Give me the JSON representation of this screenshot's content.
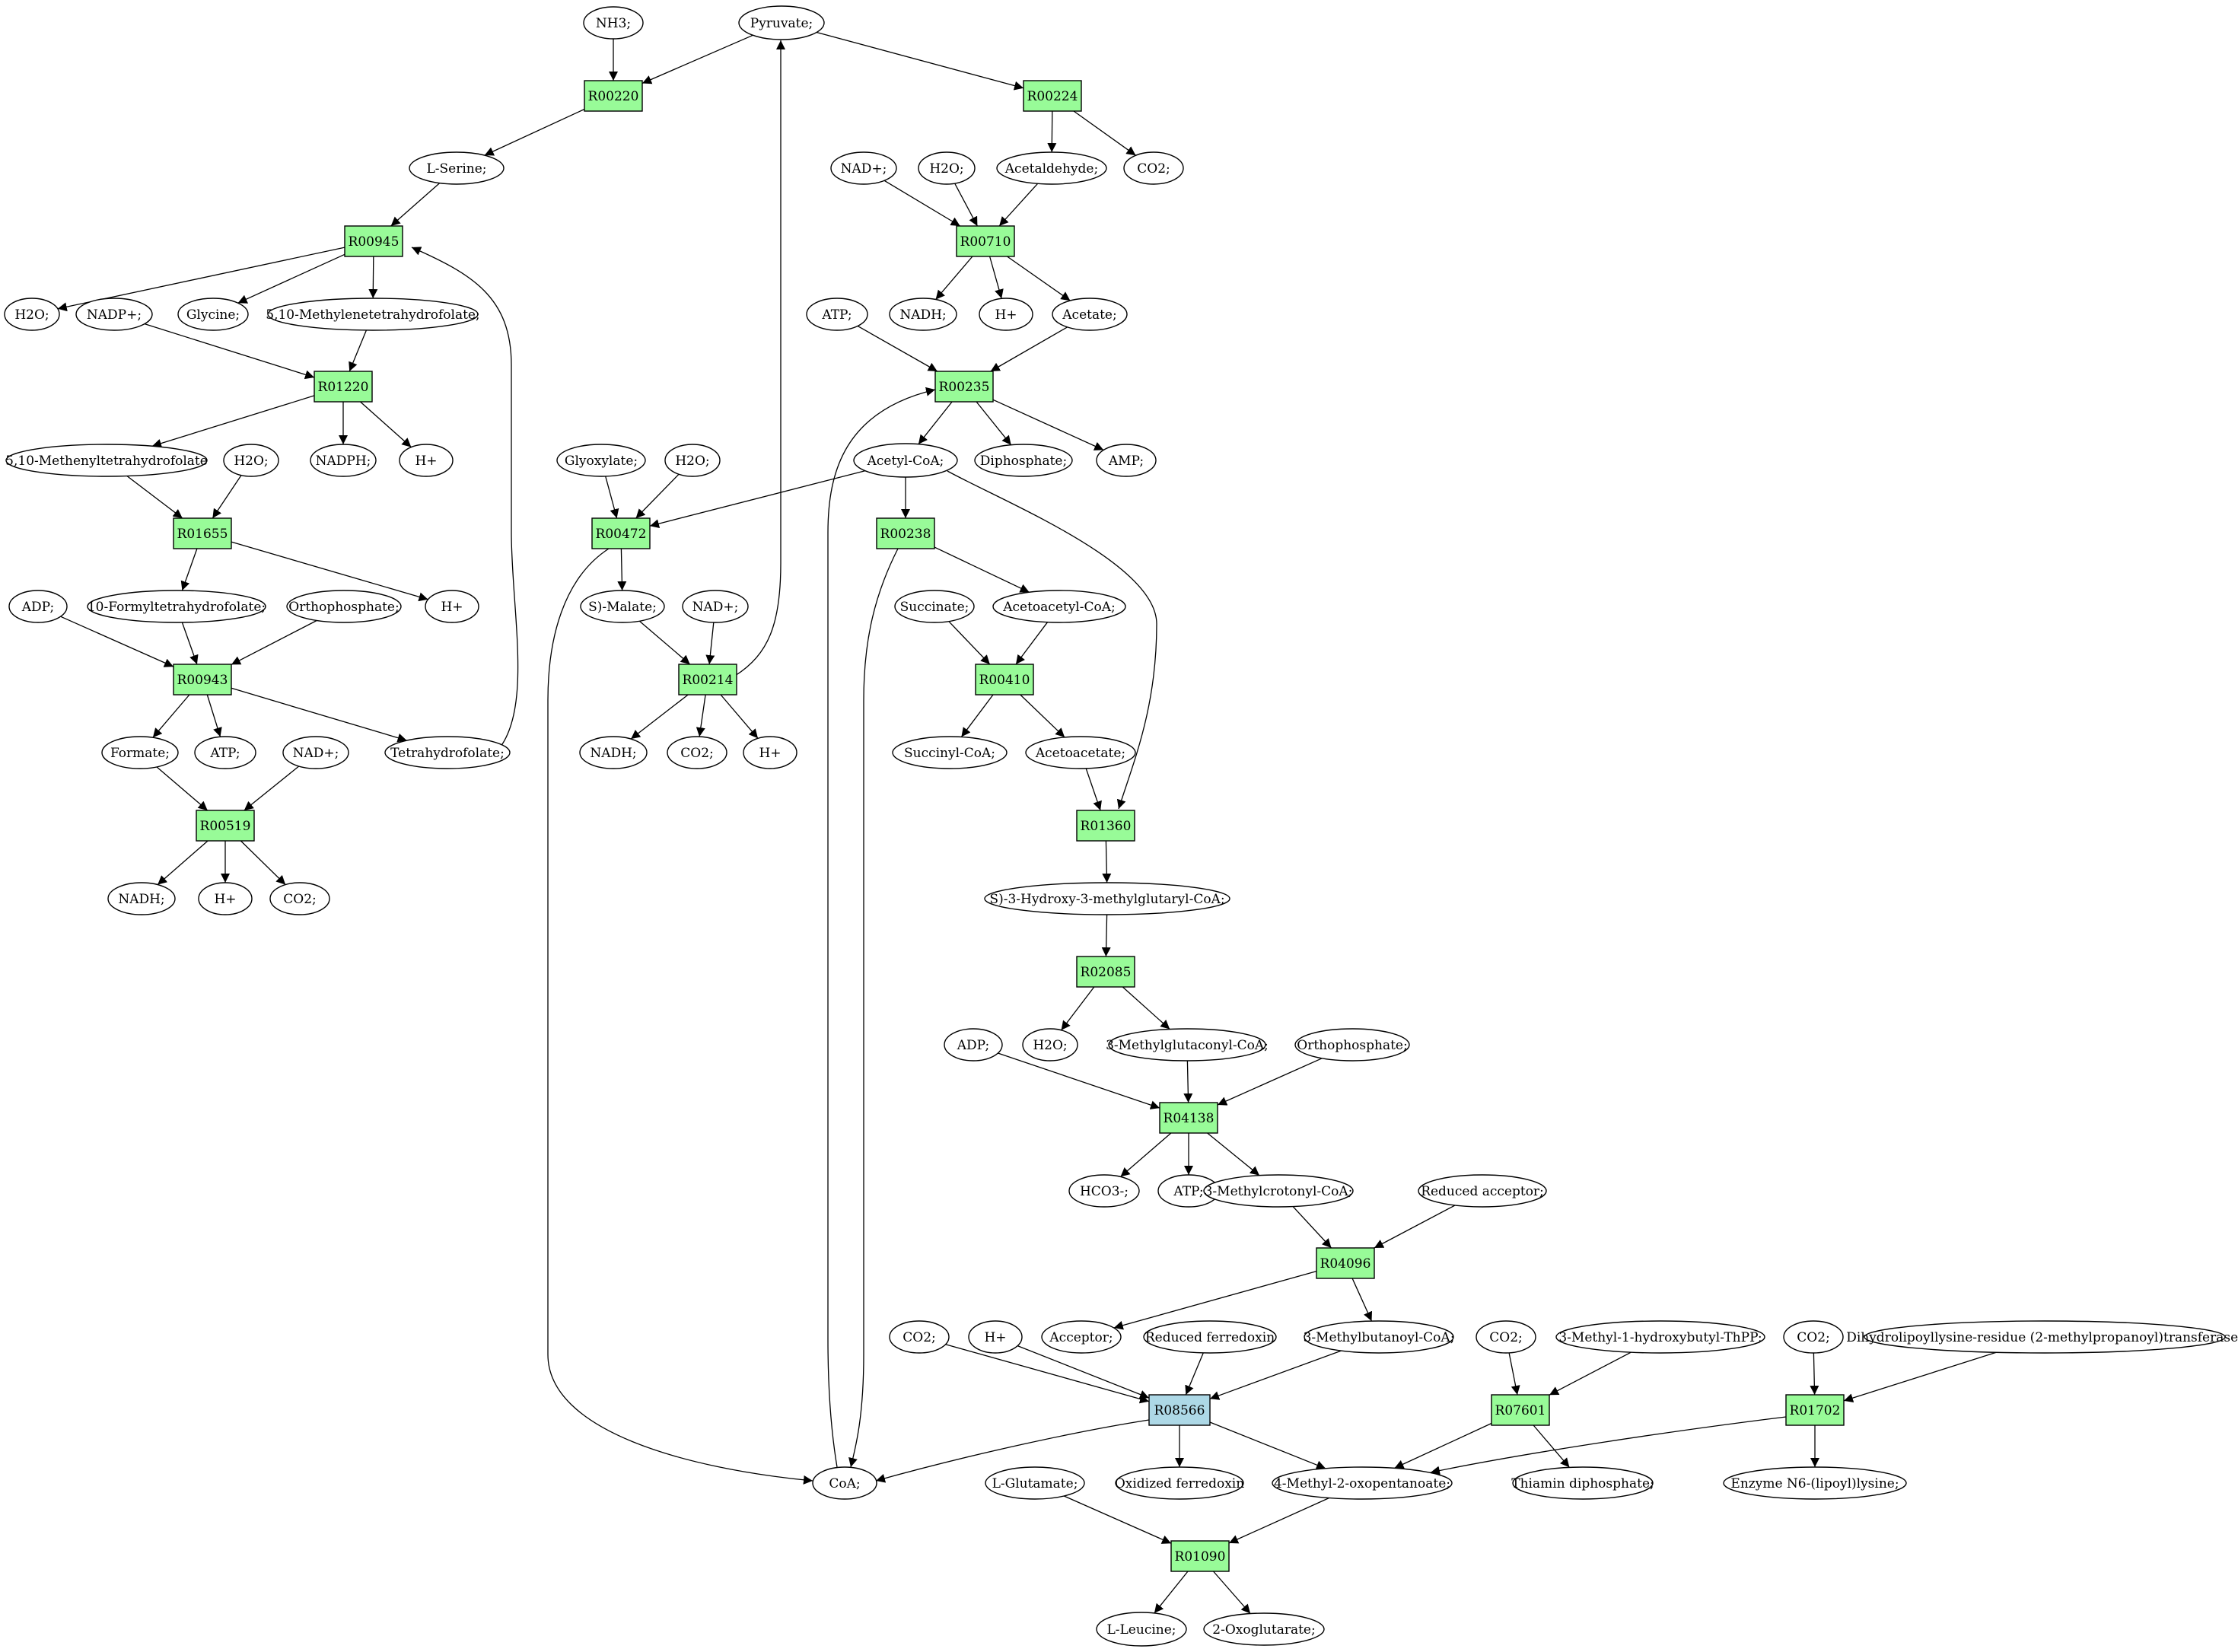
{
  "colors": {
    "reaction": "#98fb98",
    "reaction_highlight": "#add8e6",
    "source_compound": "#00ff00",
    "target_compound": "#ffff00",
    "compound": "#ffffff",
    "edge": "#000000"
  },
  "nodes": [
    {
      "id": "nh3",
      "label": "NH3;",
      "kind": "compound"
    },
    {
      "id": "pyruvate",
      "label": "Pyruvate;",
      "kind": "compound",
      "fill": "source_compound"
    },
    {
      "id": "R00220",
      "label": "R00220",
      "kind": "reaction"
    },
    {
      "id": "R00224",
      "label": "R00224",
      "kind": "reaction"
    },
    {
      "id": "lserine",
      "label": "L-Serine;",
      "kind": "compound"
    },
    {
      "id": "nad1",
      "label": "NAD+;",
      "kind": "compound"
    },
    {
      "id": "h2o_a",
      "label": "H2O;",
      "kind": "compound"
    },
    {
      "id": "acetaldehyde",
      "label": "Acetaldehyde;",
      "kind": "compound"
    },
    {
      "id": "co2_a",
      "label": "CO2;",
      "kind": "compound"
    },
    {
      "id": "R00945",
      "label": "R00945",
      "kind": "reaction"
    },
    {
      "id": "R00710",
      "label": "R00710",
      "kind": "reaction"
    },
    {
      "id": "h2o_b",
      "label": "H2O;",
      "kind": "compound"
    },
    {
      "id": "nadp",
      "label": "NADP+;",
      "kind": "compound"
    },
    {
      "id": "glycine",
      "label": "Glycine;",
      "kind": "compound"
    },
    {
      "id": "methylenethf",
      "label": "5,10-Methylenetetrahydrofolate;",
      "kind": "compound"
    },
    {
      "id": "atp_a",
      "label": "ATP;",
      "kind": "compound"
    },
    {
      "id": "nadh_a",
      "label": "NADH;",
      "kind": "compound"
    },
    {
      "id": "hplus_a",
      "label": "H+",
      "kind": "compound"
    },
    {
      "id": "acetate",
      "label": "Acetate;",
      "kind": "compound"
    },
    {
      "id": "R01220",
      "label": "R01220",
      "kind": "reaction"
    },
    {
      "id": "R00235",
      "label": "R00235",
      "kind": "reaction"
    },
    {
      "id": "methenylthf",
      "label": "5,10-Methenyltetrahydrofolate",
      "kind": "compound"
    },
    {
      "id": "h2o_c",
      "label": "H2O;",
      "kind": "compound"
    },
    {
      "id": "nadph",
      "label": "NADPH;",
      "kind": "compound"
    },
    {
      "id": "hplus_b",
      "label": "H+",
      "kind": "compound"
    },
    {
      "id": "glyoxylate",
      "label": "Glyoxylate;",
      "kind": "compound"
    },
    {
      "id": "h2o_d",
      "label": "H2O;",
      "kind": "compound"
    },
    {
      "id": "acetylcoa",
      "label": "Acetyl-CoA;",
      "kind": "compound",
      "fill": "source_compound"
    },
    {
      "id": "diphosphate",
      "label": "Diphosphate;",
      "kind": "compound"
    },
    {
      "id": "amp",
      "label": "AMP;",
      "kind": "compound"
    },
    {
      "id": "R01655",
      "label": "R01655",
      "kind": "reaction"
    },
    {
      "id": "R00472",
      "label": "R00472",
      "kind": "reaction"
    },
    {
      "id": "R00238",
      "label": "R00238",
      "kind": "reaction"
    },
    {
      "id": "adp_a",
      "label": "ADP;",
      "kind": "compound"
    },
    {
      "id": "formylthf",
      "label": "10-Formyltetrahydrofolate;",
      "kind": "compound"
    },
    {
      "id": "orthophosphate_a",
      "label": "Orthophosphate;",
      "kind": "compound"
    },
    {
      "id": "hplus_c",
      "label": "H+",
      "kind": "compound"
    },
    {
      "id": "smalate",
      "label": "S)-Malate;",
      "kind": "compound"
    },
    {
      "id": "nad2",
      "label": "NAD+;",
      "kind": "compound"
    },
    {
      "id": "succinate",
      "label": "Succinate;",
      "kind": "compound"
    },
    {
      "id": "acetoacetylcoa",
      "label": "Acetoacetyl-CoA;",
      "kind": "compound"
    },
    {
      "id": "R00943",
      "label": "R00943",
      "kind": "reaction"
    },
    {
      "id": "R00214",
      "label": "R00214",
      "kind": "reaction"
    },
    {
      "id": "R00410",
      "label": "R00410",
      "kind": "reaction"
    },
    {
      "id": "formate",
      "label": "Formate;",
      "kind": "compound"
    },
    {
      "id": "atp_b",
      "label": "ATP;",
      "kind": "compound"
    },
    {
      "id": "nad3",
      "label": "NAD+;",
      "kind": "compound"
    },
    {
      "id": "thf",
      "label": "Tetrahydrofolate;",
      "kind": "compound"
    },
    {
      "id": "nadh_b",
      "label": "NADH;",
      "kind": "compound"
    },
    {
      "id": "co2_b",
      "label": "CO2;",
      "kind": "compound"
    },
    {
      "id": "hplus_d",
      "label": "H+",
      "kind": "compound"
    },
    {
      "id": "succinylcoa",
      "label": "Succinyl-CoA;",
      "kind": "compound"
    },
    {
      "id": "acetoacetate",
      "label": "Acetoacetate;",
      "kind": "compound"
    },
    {
      "id": "R00519",
      "label": "R00519",
      "kind": "reaction"
    },
    {
      "id": "R01360",
      "label": "R01360",
      "kind": "reaction"
    },
    {
      "id": "nadh_c",
      "label": "NADH;",
      "kind": "compound"
    },
    {
      "id": "hplus_e",
      "label": "H+",
      "kind": "compound"
    },
    {
      "id": "co2_c",
      "label": "CO2;",
      "kind": "compound"
    },
    {
      "id": "hmgcoa",
      "label": "S)-3-Hydroxy-3-methylglutaryl-CoA;",
      "kind": "compound"
    },
    {
      "id": "R02085",
      "label": "R02085",
      "kind": "reaction"
    },
    {
      "id": "adp_b",
      "label": "ADP;",
      "kind": "compound"
    },
    {
      "id": "h2o_e",
      "label": "H2O;",
      "kind": "compound"
    },
    {
      "id": "methylglutaconylcoa",
      "label": "3-Methylglutaconyl-CoA;",
      "kind": "compound"
    },
    {
      "id": "orthophosphate_b",
      "label": "Orthophosphate;",
      "kind": "compound"
    },
    {
      "id": "R04138",
      "label": "R04138",
      "kind": "reaction"
    },
    {
      "id": "hco3",
      "label": "HCO3-;",
      "kind": "compound"
    },
    {
      "id": "atp_c",
      "label": "ATP;",
      "kind": "compound"
    },
    {
      "id": "methylcrotonylcoa",
      "label": "3-Methylcrotonyl-CoA;",
      "kind": "compound"
    },
    {
      "id": "reducedacceptor",
      "label": "Reduced acceptor;",
      "kind": "compound"
    },
    {
      "id": "R04096",
      "label": "R04096",
      "kind": "reaction"
    },
    {
      "id": "co2_d",
      "label": "CO2;",
      "kind": "compound"
    },
    {
      "id": "hplus_f",
      "label": "H+",
      "kind": "compound"
    },
    {
      "id": "acceptor",
      "label": "Acceptor;",
      "kind": "compound"
    },
    {
      "id": "redferredoxin",
      "label": "Reduced ferredoxin",
      "kind": "compound"
    },
    {
      "id": "methylbutanoylcoa",
      "label": "3-Methylbutanoyl-CoA;",
      "kind": "compound"
    },
    {
      "id": "co2_e",
      "label": "CO2;",
      "kind": "compound"
    },
    {
      "id": "mhbthpp",
      "label": "3-Methyl-1-hydroxybutyl-ThPP;",
      "kind": "compound"
    },
    {
      "id": "co2_f",
      "label": "CO2;",
      "kind": "compound"
    },
    {
      "id": "dihydrolipoyl",
      "label": "Dihydrolipoyllysine-residue (2-methylpropanoyl)transferase]",
      "kind": "compound"
    },
    {
      "id": "R08566",
      "label": "R08566",
      "kind": "reaction",
      "fill": "reaction_highlight"
    },
    {
      "id": "R07601",
      "label": "R07601",
      "kind": "reaction"
    },
    {
      "id": "R01702",
      "label": "R01702",
      "kind": "reaction"
    },
    {
      "id": "coa",
      "label": "CoA;",
      "kind": "compound"
    },
    {
      "id": "oxferredoxin",
      "label": "Oxidized ferredoxin",
      "kind": "compound"
    },
    {
      "id": "methyloxopentanoate",
      "label": "4-Methyl-2-oxopentanoate;",
      "kind": "compound"
    },
    {
      "id": "thiamindp",
      "label": "Thiamin diphosphate;",
      "kind": "compound"
    },
    {
      "id": "enzymen6",
      "label": "Enzyme N6-(lipoyl)lysine;",
      "kind": "compound"
    },
    {
      "id": "lglutamate",
      "label": "L-Glutamate;",
      "kind": "compound"
    },
    {
      "id": "R01090",
      "label": "R01090",
      "kind": "reaction"
    },
    {
      "id": "lleucine",
      "label": "L-Leucine;",
      "kind": "compound",
      "fill": "target_compound"
    },
    {
      "id": "oxoglutarate",
      "label": "2-Oxoglutarate;",
      "kind": "compound"
    }
  ],
  "edges": [
    [
      "nh3",
      "R00220"
    ],
    [
      "pyruvate",
      "R00220"
    ],
    [
      "pyruvate",
      "R00224"
    ],
    [
      "R00220",
      "lserine"
    ],
    [
      "R00224",
      "acetaldehyde"
    ],
    [
      "R00224",
      "co2_a"
    ],
    [
      "lserine",
      "R00945"
    ],
    [
      "nad1",
      "R00710"
    ],
    [
      "h2o_a",
      "R00710"
    ],
    [
      "acetaldehyde",
      "R00710"
    ],
    [
      "R00945",
      "h2o_b"
    ],
    [
      "R00945",
      "glycine"
    ],
    [
      "R00945",
      "methylenethf"
    ],
    [
      "R00710",
      "nadh_a"
    ],
    [
      "R00710",
      "hplus_a"
    ],
    [
      "R00710",
      "acetate"
    ],
    [
      "nadp",
      "R01220"
    ],
    [
      "methylenethf",
      "R01220"
    ],
    [
      "atp_a",
      "R00235"
    ],
    [
      "acetate",
      "R00235"
    ],
    [
      "R01220",
      "methenylthf"
    ],
    [
      "R01220",
      "nadph"
    ],
    [
      "R01220",
      "hplus_b"
    ],
    [
      "R00235",
      "acetylcoa"
    ],
    [
      "R00235",
      "diphosphate"
    ],
    [
      "R00235",
      "amp"
    ],
    [
      "methenylthf",
      "R01655"
    ],
    [
      "h2o_c",
      "R01655"
    ],
    [
      "glyoxylate",
      "R00472"
    ],
    [
      "h2o_d",
      "R00472"
    ],
    [
      "acetylcoa",
      "R00472"
    ],
    [
      "acetylcoa",
      "R00238"
    ],
    [
      "acetylcoa",
      "R01360"
    ],
    [
      "R01655",
      "formylthf"
    ],
    [
      "R01655",
      "hplus_c"
    ],
    [
      "R00472",
      "smalate"
    ],
    [
      "R00472",
      "coa"
    ],
    [
      "R00238",
      "acetoacetylcoa"
    ],
    [
      "R00238",
      "coa"
    ],
    [
      "adp_a",
      "R00943"
    ],
    [
      "formylthf",
      "R00943"
    ],
    [
      "orthophosphate_a",
      "R00943"
    ],
    [
      "smalate",
      "R00214"
    ],
    [
      "nad2",
      "R00214"
    ],
    [
      "R00214",
      "pyruvate"
    ],
    [
      "succinate",
      "R00410"
    ],
    [
      "acetoacetylcoa",
      "R00410"
    ],
    [
      "R00943",
      "formate"
    ],
    [
      "R00943",
      "atp_b"
    ],
    [
      "R00943",
      "thf"
    ],
    [
      "thf",
      "R00945"
    ],
    [
      "R00214",
      "nadh_b"
    ],
    [
      "R00214",
      "co2_b"
    ],
    [
      "R00214",
      "hplus_d"
    ],
    [
      "R00410",
      "succinylcoa"
    ],
    [
      "R00410",
      "acetoacetate"
    ],
    [
      "formate",
      "R00519"
    ],
    [
      "nad3",
      "R00519"
    ],
    [
      "acetoacetate",
      "R01360"
    ],
    [
      "R00519",
      "nadh_c"
    ],
    [
      "R00519",
      "hplus_e"
    ],
    [
      "R00519",
      "co2_c"
    ],
    [
      "R01360",
      "hmgcoa"
    ],
    [
      "hmgcoa",
      "R02085"
    ],
    [
      "R02085",
      "h2o_e"
    ],
    [
      "R02085",
      "methylglutaconylcoa"
    ],
    [
      "adp_b",
      "R04138"
    ],
    [
      "methylglutaconylcoa",
      "R04138"
    ],
    [
      "orthophosphate_b",
      "R04138"
    ],
    [
      "R04138",
      "hco3"
    ],
    [
      "R04138",
      "atp_c"
    ],
    [
      "R04138",
      "methylcrotonylcoa"
    ],
    [
      "methylcrotonylcoa",
      "R04096"
    ],
    [
      "reducedacceptor",
      "R04096"
    ],
    [
      "R04096",
      "acceptor"
    ],
    [
      "R04096",
      "methylbutanoylcoa"
    ],
    [
      "co2_d",
      "R08566"
    ],
    [
      "hplus_f",
      "R08566"
    ],
    [
      "redferredoxin",
      "R08566"
    ],
    [
      "methylbutanoylcoa",
      "R08566"
    ],
    [
      "co2_e",
      "R07601"
    ],
    [
      "mhbthpp",
      "R07601"
    ],
    [
      "co2_f",
      "R01702"
    ],
    [
      "dihydrolipoyl",
      "R01702"
    ],
    [
      "R08566",
      "coa"
    ],
    [
      "R08566",
      "oxferredoxin"
    ],
    [
      "R08566",
      "methyloxopentanoate"
    ],
    [
      "R07601",
      "methyloxopentanoate"
    ],
    [
      "R07601",
      "thiamindp"
    ],
    [
      "R01702",
      "methyloxopentanoate"
    ],
    [
      "R01702",
      "enzymen6"
    ],
    [
      "coa",
      "R00235"
    ],
    [
      "lglutamate",
      "R01090"
    ],
    [
      "methyloxopentanoate",
      "R01090"
    ],
    [
      "R01090",
      "lleucine"
    ],
    [
      "R01090",
      "oxoglutarate"
    ]
  ]
}
